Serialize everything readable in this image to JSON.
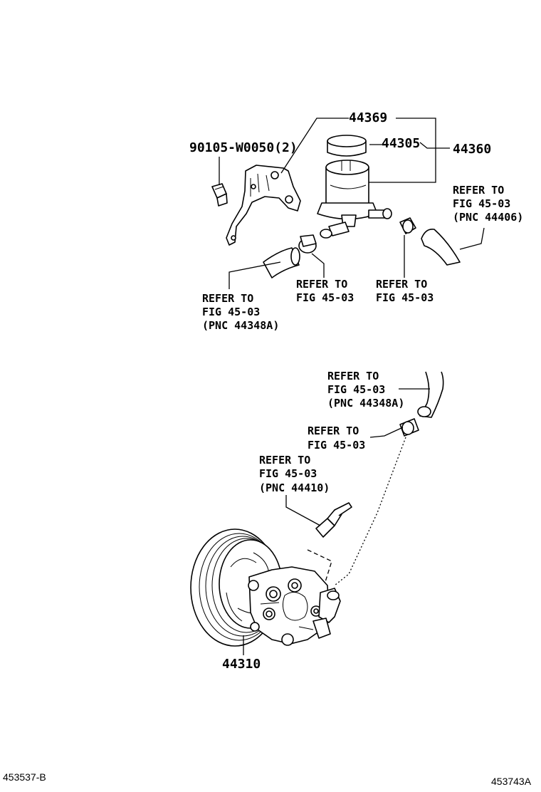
{
  "parts": {
    "p44369": "44369",
    "p44305": "44305",
    "p44360": "44360",
    "p90105": "90105-W0050(2)",
    "p44310": "44310"
  },
  "refs": {
    "ref_44406": [
      "REFER TO",
      "FIG 45-03",
      "(PNC 44406)"
    ],
    "ref_left_hose": [
      "REFER TO",
      "FIG 45-03",
      "(PNC 44348A)"
    ],
    "ref_clamp_left": [
      "REFER TO",
      "FIG 45-03"
    ],
    "ref_clamp_right": [
      "REFER TO",
      "FIG 45-03"
    ],
    "ref_return_hose": [
      "REFER TO",
      "FIG 45-03",
      "(PNC 44348A)"
    ],
    "ref_clamp_lower": [
      "REFER TO",
      "FIG 45-03"
    ],
    "ref_44410": [
      "REFER TO",
      "FIG 45-03",
      "(PNC 44410)"
    ]
  },
  "footer": {
    "left_code": "453537-B",
    "right_code": "453743A"
  }
}
